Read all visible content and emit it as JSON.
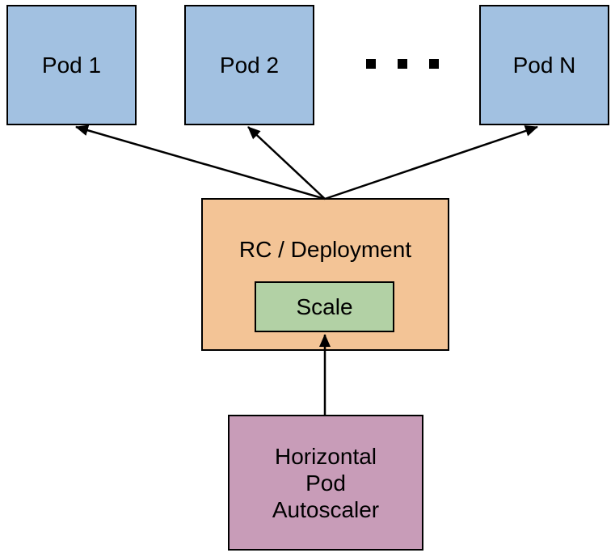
{
  "diagram": {
    "pods": [
      {
        "label": "Pod 1"
      },
      {
        "label": "Pod 2"
      },
      {
        "label": "Pod N"
      }
    ],
    "ellipsis": "...",
    "rc": {
      "label": "RC / Deployment"
    },
    "scale": {
      "label": "Scale"
    },
    "hpa": {
      "lines": [
        "Horizontal",
        "Pod",
        "Autoscaler"
      ]
    }
  },
  "colors": {
    "pod_fill": "#a2c1e1",
    "rc_fill": "#f3c496",
    "scale_fill": "#b2d1a5",
    "hpa_fill": "#c89cb8",
    "border_color": "#000000",
    "arrow_color": "#000000"
  }
}
